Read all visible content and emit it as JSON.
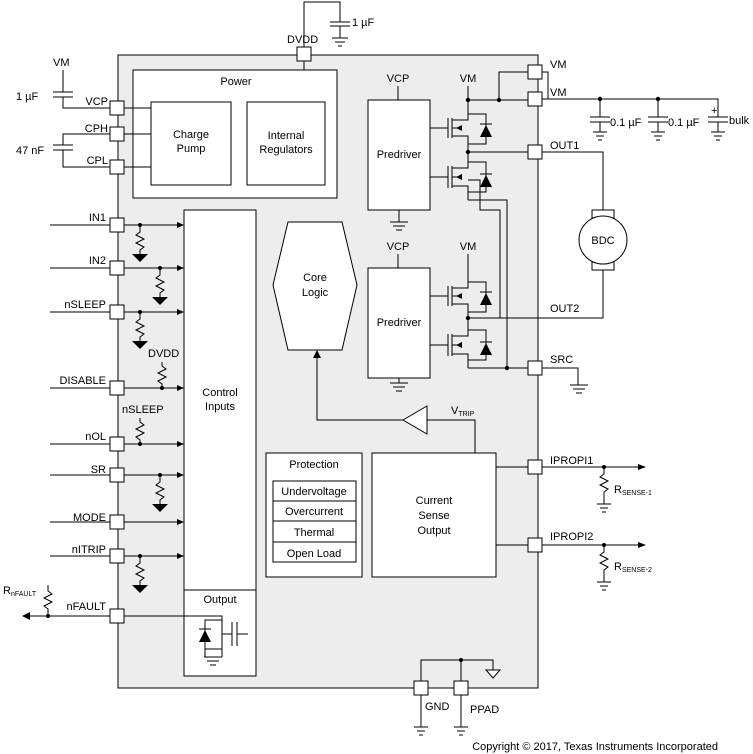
{
  "labels": {
    "dvdd_top": "DVDD",
    "cap_dvdd": "1 µF",
    "vm_left": "VM",
    "cap_vcp": "1 µF",
    "vcp": "VCP",
    "cph": "CPH",
    "cap_cp": "47 nF",
    "cpl": "CPL",
    "power": "Power",
    "charge_pump_1": "Charge",
    "charge_pump_2": "Pump",
    "int_reg_1": "Internal",
    "int_reg_2": "Regulators",
    "predriver_top_vcp": "VCP",
    "predriver_top_vm": "VM",
    "predriver_1": "Predriver",
    "predriver_2": "Predriver",
    "predriver_bot_vcp": "VCP",
    "predriver_bot_vm": "VM",
    "vm_pin1": "VM",
    "vm_pin2": "VM",
    "cap_01_a": "0.1 µF",
    "cap_01_b": "0.1 µF",
    "bulk": "bulk",
    "out1": "OUT1",
    "out2": "OUT2",
    "bdc": "BDC",
    "src": "SRC",
    "core_logic_1": "Core",
    "core_logic_2": "Logic",
    "in1": "IN1",
    "in2": "IN2",
    "nsleep": "nSLEEP",
    "dvdd_mid": "DVDD",
    "disable": "DISABLE",
    "nsleep_2": "nSLEEP",
    "nol": "nOL",
    "sr": "SR",
    "mode": "MODE",
    "nitrip": "nITRIP",
    "nfault": "nFAULT",
    "rnfault_main": "R",
    "rnfault_sub": "nFAULT",
    "control_1": "Control",
    "control_2": "Inputs",
    "output": "Output",
    "vtrip_main": "V",
    "vtrip_sub": "TRIP",
    "protection": "Protection",
    "prot_uv": "Undervoltage",
    "prot_oc": "Overcurrent",
    "prot_th": "Thermal",
    "prot_ol": "Open Load",
    "cso_1": "Current",
    "cso_2": "Sense",
    "cso_3": "Output",
    "ipropi1": "IPROPI1",
    "ipropi2": "IPROPI2",
    "rsense1_main": "R",
    "rsense1_sub": "SENSE-1",
    "rsense2_main": "R",
    "rsense2_sub": "SENSE-2",
    "gnd": "GND",
    "ppad": "PPAD",
    "bulk_plus": "+",
    "copyright": "Copyright © 2017, Texas Instruments Incorporated"
  }
}
